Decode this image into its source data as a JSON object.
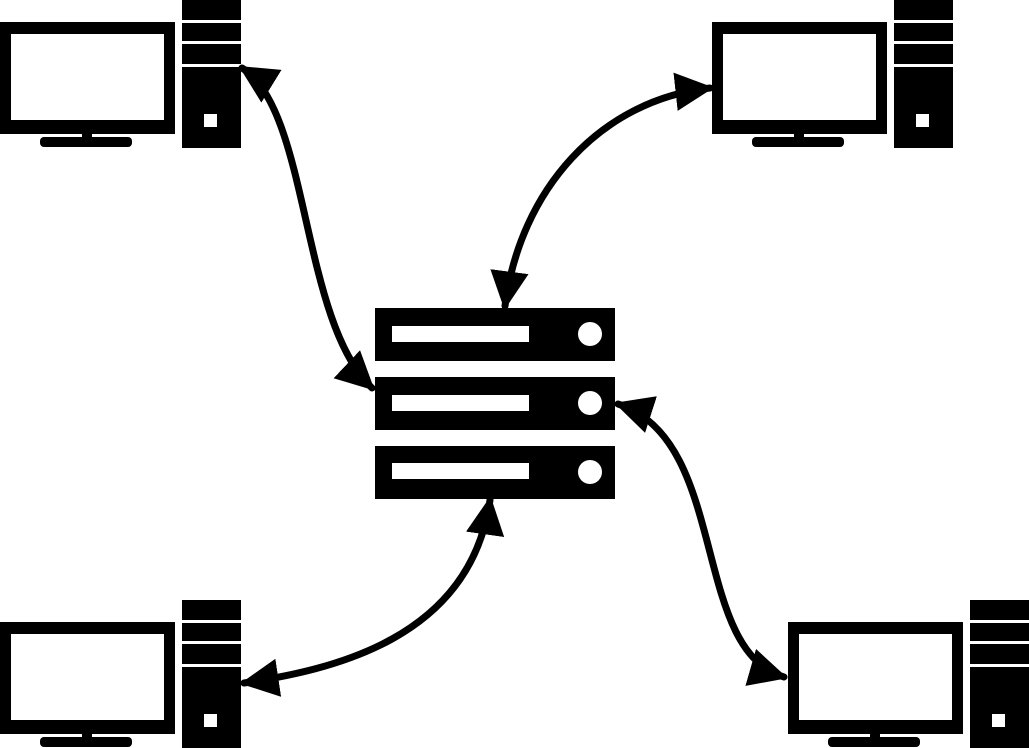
{
  "diagram": {
    "colors": {
      "ink": "#000000",
      "paper": "#ffffff"
    },
    "server": {
      "icon": "server-rack-icon",
      "units": 3
    },
    "clients": [
      {
        "id": "top-left",
        "icon": "desktop-computer-icon"
      },
      {
        "id": "top-right",
        "icon": "desktop-computer-icon"
      },
      {
        "id": "bottom-left",
        "icon": "desktop-computer-icon"
      },
      {
        "id": "bottom-right",
        "icon": "desktop-computer-icon"
      }
    ],
    "connections": [
      {
        "from": "top-left",
        "to": "server",
        "direction": "bidirectional"
      },
      {
        "from": "top-right",
        "to": "server",
        "direction": "bidirectional"
      },
      {
        "from": "bottom-left",
        "to": "server",
        "direction": "bidirectional"
      },
      {
        "from": "bottom-right",
        "to": "server",
        "direction": "bidirectional"
      }
    ]
  }
}
